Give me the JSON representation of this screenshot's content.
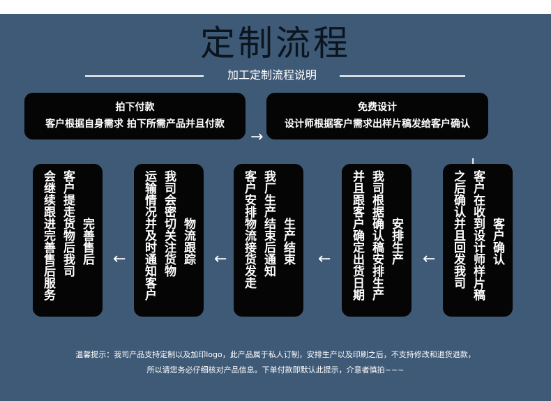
{
  "title": "定制流程",
  "subtitle": "加工定制流程说明",
  "top_steps": [
    {
      "title": "拍下付款",
      "desc": "客户根据自身需求 拍下所需产品并且付款"
    },
    {
      "title": "免费设计",
      "desc": "设计师根据客户需求出样片稿发给客户确认"
    }
  ],
  "arrows": {
    "right": "→",
    "down": "↓",
    "left": "←"
  },
  "steps": [
    {
      "title": "客户确认",
      "cols": [
        "客户在收到设计师样片稿",
        "之后确认并且回发我司"
      ]
    },
    {
      "title": "安排生产",
      "cols": [
        "我司根据确认稿安排生产",
        "并且跟客户确定出货日期"
      ]
    },
    {
      "title": "生产结束",
      "cols": [
        "我厂生产结束后通知",
        "客户安排物流接货发走"
      ]
    },
    {
      "title": "物流跟踪",
      "cols": [
        "我司会密切关注货物",
        "运输情况并及时通知客户"
      ]
    },
    {
      "title": "完善售后",
      "cols": [
        "客户提走货物后我司",
        "会继续跟进完善售后服务"
      ]
    }
  ],
  "note": {
    "line1": "温馨提示：我司产品支持定制以及加印logo，此产品属于私人订制，安排生产以及印刷之后，不支持修改和退货退款，",
    "line2": "所以请您务必仔细核对产品信息。下单付款即默认此提示，介意者慎拍~~~"
  }
}
